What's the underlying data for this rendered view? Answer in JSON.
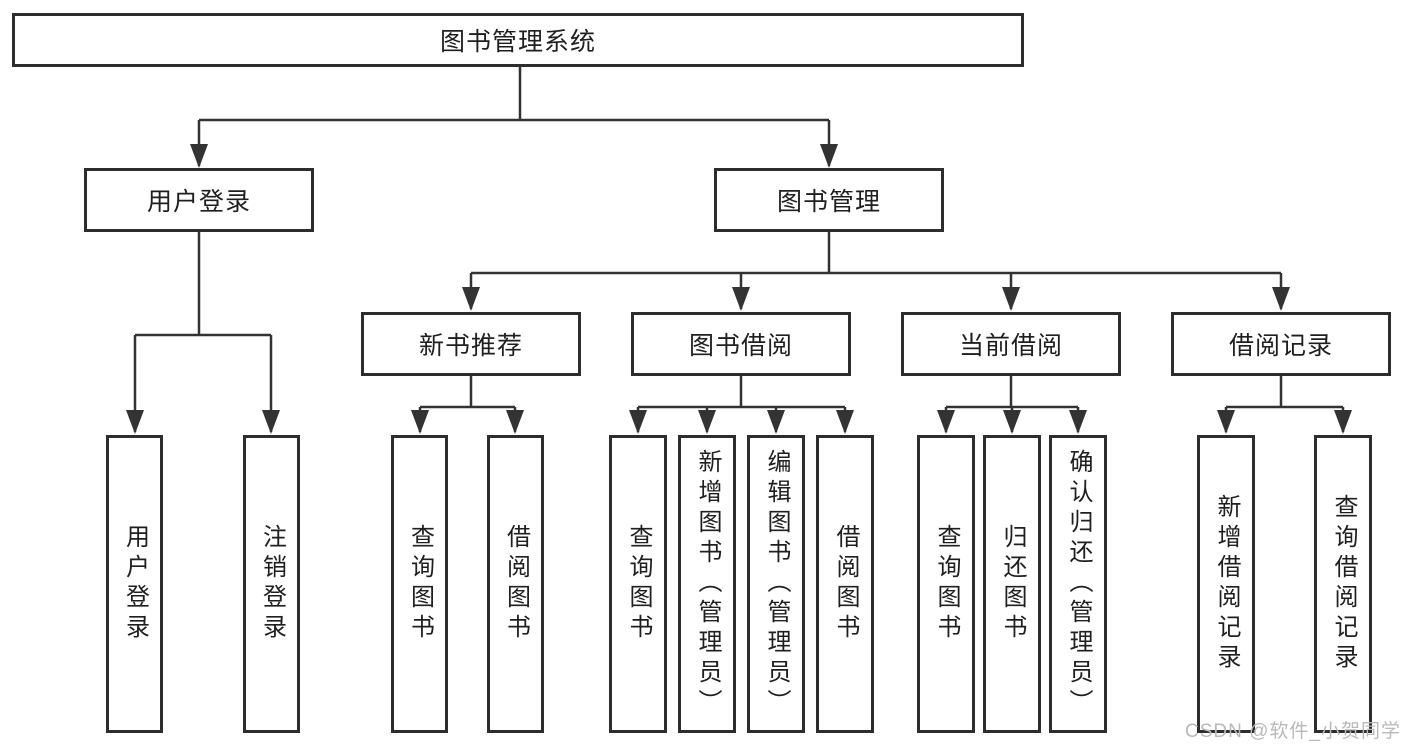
{
  "colors": {
    "line": "#333333",
    "box_border": "#2d2d2d",
    "text": "#1f1f1f",
    "watermark": "#b9b9b9",
    "background": "#ffffff"
  },
  "watermark": "CSDN @软件_小贺同学",
  "tree": {
    "root": {
      "label": "图书管理系统"
    },
    "level2": [
      {
        "label": "用户登录",
        "children": [
          {
            "label": "用户登录"
          },
          {
            "label": "注销登录"
          }
        ]
      },
      {
        "label": "图书管理",
        "children": [
          {
            "label": "新书推荐",
            "children": [
              {
                "label": "查询图书"
              },
              {
                "label": "借阅图书"
              }
            ]
          },
          {
            "label": "图书借阅",
            "children": [
              {
                "label": "查询图书"
              },
              {
                "label": "新增图书（管理员）"
              },
              {
                "label": "编辑图书（管理员）"
              },
              {
                "label": "借阅图书"
              }
            ]
          },
          {
            "label": "当前借阅",
            "children": [
              {
                "label": "查询图书"
              },
              {
                "label": "归还图书"
              },
              {
                "label": "确认归还（管理员）"
              }
            ]
          },
          {
            "label": "借阅记录",
            "children": [
              {
                "label": "新增借阅记录"
              },
              {
                "label": "查询借阅记录"
              }
            ]
          }
        ]
      }
    ]
  }
}
